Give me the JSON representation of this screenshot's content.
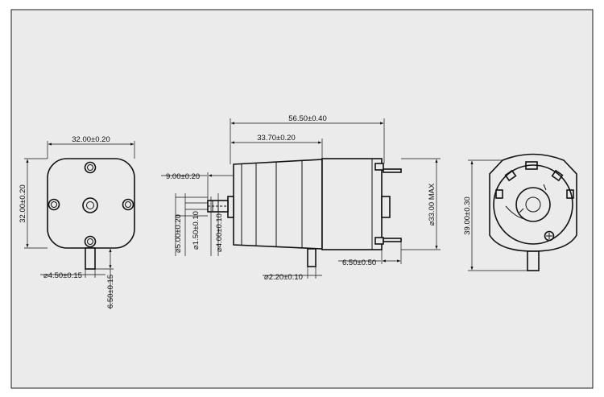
{
  "front_view": {
    "width": "32.00±0.20",
    "height": "32.00±0.20",
    "shaft_diameter": "⌀4.50±0.15",
    "shaft_length": "6.50±0.15"
  },
  "side_view": {
    "overall_length": "56.50±0.40",
    "gearbox_length": "33.70±0.20",
    "nozzle_length": "9.00±0.20",
    "nozzle_d1": "⌀5.00±0.20",
    "nozzle_d2": "⌀1.50±0.10",
    "nozzle_d3": "⌀4.00±0.10",
    "pin_diameter": "⌀2.20±0.10",
    "terminal_length": "6.50±0.50",
    "motor_diameter": "⌀33.00 MAX"
  },
  "rear_view": {
    "height": "39.00±0.30"
  }
}
